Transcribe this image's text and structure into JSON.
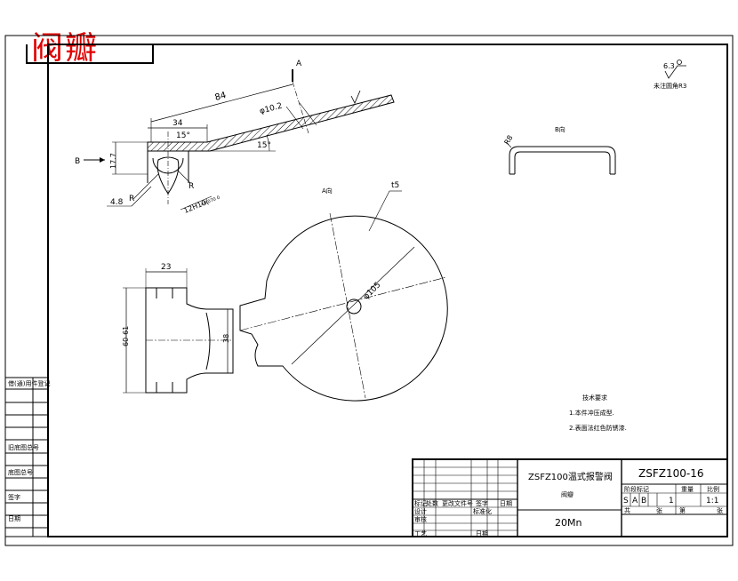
{
  "logo": {
    "text": "阀瓣",
    "color": "#e00000"
  },
  "dims": {
    "a_mark": "A",
    "len_84": "84",
    "dia_10_2": "φ10.2",
    "len_34": "34",
    "ang_15a": "15°",
    "ang_15b": "15°",
    "b_mark": "B",
    "h_17_7": "17.7",
    "r_left": "R",
    "r_right": "R",
    "dim_4_8": "4.8",
    "fit": "12H10(",
    "tol": "+0.070 0",
    "view_a": "A向",
    "view_b": "B向",
    "r8": "R8",
    "t5": "t5",
    "dia_105": "φ105",
    "w23": "23",
    "h60": "60-61",
    "h38": "38"
  },
  "roughness": {
    "value": "6.3",
    "note": "未注圆角R3"
  },
  "tech_req": {
    "title": "技术要求",
    "items": [
      "1.本件冲压成型.",
      "2.表面法红色防锈漆."
    ]
  },
  "left_strip": {
    "labels": [
      "借(通)用件登记",
      "旧底图总号",
      "底图总号",
      "签字",
      "日期"
    ]
  },
  "title_block": {
    "product": "ZSFZ100温式报警阀",
    "part": "阀瓣",
    "drawing_no": "ZSFZ100-16",
    "material": "20Mn",
    "stage_header": "阶段标记",
    "weight_header": "重量",
    "scale_header": "比例",
    "stage_marks": [
      "S",
      "A",
      "B"
    ],
    "weight": "1",
    "scale": "1:1",
    "sheet_total": "共",
    "sheet_no": "第",
    "sheet_unit": "张",
    "rows_left": [
      {
        "a": "标记",
        "b": "处数",
        "c": "更改文件号",
        "d": "签字",
        "e": "日期"
      },
      {
        "a": "设计",
        "b": "",
        "c": "标准化",
        "d": "",
        "e": ""
      },
      {
        "a": "审核",
        "b": "",
        "c": "",
        "d": "",
        "e": ""
      },
      {
        "a": "工艺",
        "b": "",
        "c": "日期",
        "d": "",
        "e": ""
      }
    ]
  }
}
